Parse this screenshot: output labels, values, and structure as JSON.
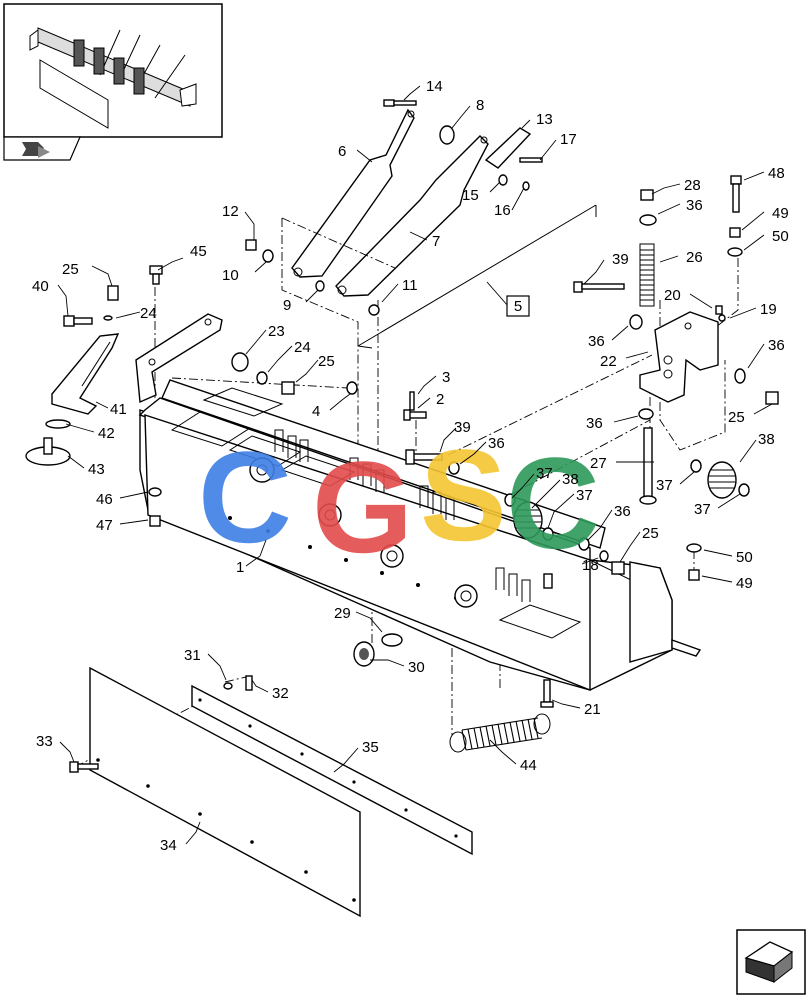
{
  "diagram": {
    "reference_box": "5",
    "watermark": [
      "C",
      "G",
      "S",
      "C"
    ],
    "watermark_colors": [
      "#3f7fe6",
      "#e24b4b",
      "#f4c531",
      "#2e9a5a"
    ],
    "callouts": [
      {
        "id": "c14",
        "text": "14"
      },
      {
        "id": "c8",
        "text": "8"
      },
      {
        "id": "c13",
        "text": "13"
      },
      {
        "id": "c17",
        "text": "17"
      },
      {
        "id": "c6",
        "text": "6"
      },
      {
        "id": "c15",
        "text": "15"
      },
      {
        "id": "c16",
        "text": "16"
      },
      {
        "id": "c12",
        "text": "12"
      },
      {
        "id": "c7",
        "text": "7"
      },
      {
        "id": "c45",
        "text": "45"
      },
      {
        "id": "c10",
        "text": "10"
      },
      {
        "id": "c9",
        "text": "9"
      },
      {
        "id": "c11",
        "text": "11"
      },
      {
        "id": "c25a",
        "text": "25"
      },
      {
        "id": "c40",
        "text": "40"
      },
      {
        "id": "c24a",
        "text": "24"
      },
      {
        "id": "c23",
        "text": "23"
      },
      {
        "id": "c24b",
        "text": "24"
      },
      {
        "id": "c25b",
        "text": "25"
      },
      {
        "id": "c3",
        "text": "3"
      },
      {
        "id": "c2",
        "text": "2"
      },
      {
        "id": "c4",
        "text": "4"
      },
      {
        "id": "c41",
        "text": "41"
      },
      {
        "id": "c42",
        "text": "42"
      },
      {
        "id": "c43",
        "text": "43"
      },
      {
        "id": "c39a",
        "text": "39"
      },
      {
        "id": "c36a",
        "text": "36"
      },
      {
        "id": "c46",
        "text": "46"
      },
      {
        "id": "c47",
        "text": "47"
      },
      {
        "id": "c1",
        "text": "1"
      },
      {
        "id": "c28",
        "text": "28"
      },
      {
        "id": "c48",
        "text": "48"
      },
      {
        "id": "c36b",
        "text": "36"
      },
      {
        "id": "c49a",
        "text": "49"
      },
      {
        "id": "c50a",
        "text": "50"
      },
      {
        "id": "c39b",
        "text": "39"
      },
      {
        "id": "c26",
        "text": "26"
      },
      {
        "id": "c20",
        "text": "20"
      },
      {
        "id": "c19",
        "text": "19"
      },
      {
        "id": "c36c",
        "text": "36"
      },
      {
        "id": "c22",
        "text": "22"
      },
      {
        "id": "c36d",
        "text": "36"
      },
      {
        "id": "c25c",
        "text": "25"
      },
      {
        "id": "c36e",
        "text": "36"
      },
      {
        "id": "c38a",
        "text": "38"
      },
      {
        "id": "c27",
        "text": "27"
      },
      {
        "id": "c37a",
        "text": "37"
      },
      {
        "id": "c38b",
        "text": "38"
      },
      {
        "id": "c37b",
        "text": "37"
      },
      {
        "id": "c37c",
        "text": "37"
      },
      {
        "id": "c37d",
        "text": "37"
      },
      {
        "id": "c36f",
        "text": "36"
      },
      {
        "id": "c25d",
        "text": "25"
      },
      {
        "id": "c18",
        "text": "18"
      },
      {
        "id": "c50b",
        "text": "50"
      },
      {
        "id": "c49b",
        "text": "49"
      },
      {
        "id": "c29",
        "text": "29"
      },
      {
        "id": "c30",
        "text": "30"
      },
      {
        "id": "c21",
        "text": "21"
      },
      {
        "id": "c31",
        "text": "31"
      },
      {
        "id": "c32",
        "text": "32"
      },
      {
        "id": "c33",
        "text": "33"
      },
      {
        "id": "c35",
        "text": "35"
      },
      {
        "id": "c44",
        "text": "44"
      },
      {
        "id": "c34",
        "text": "34"
      }
    ]
  }
}
